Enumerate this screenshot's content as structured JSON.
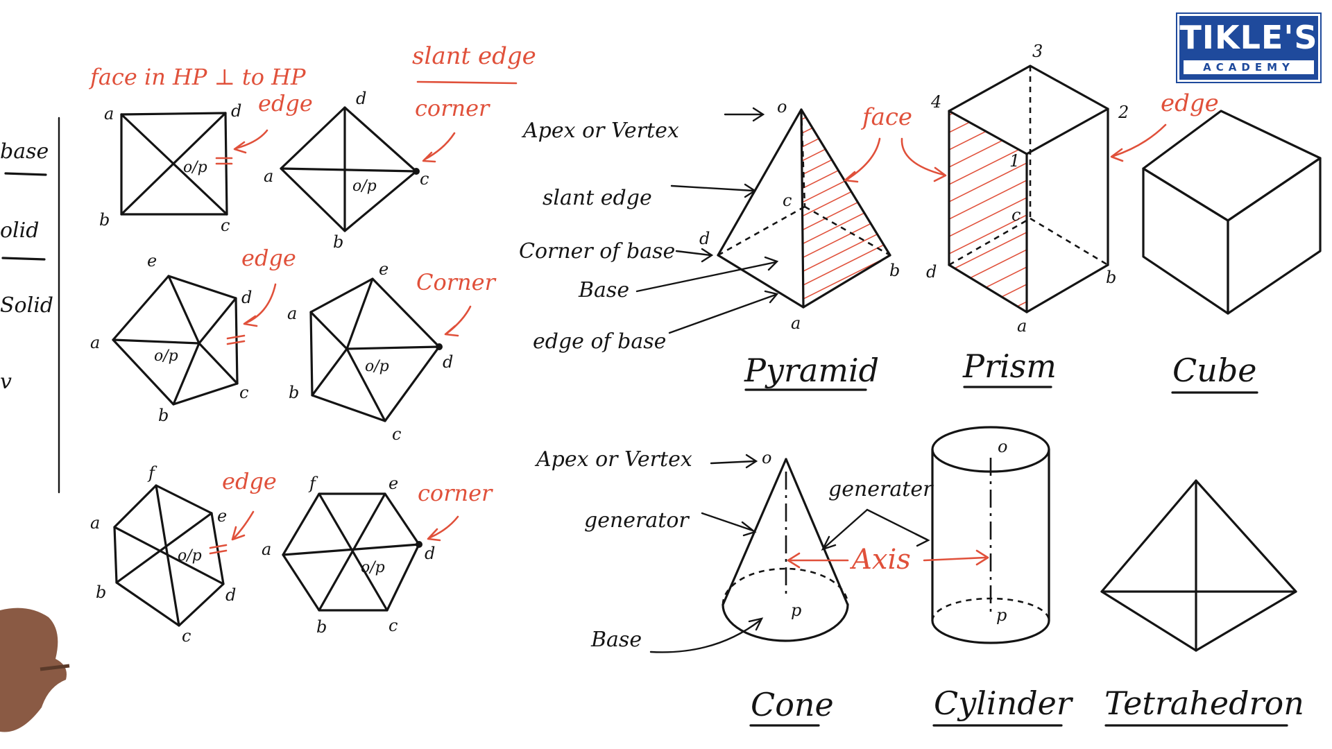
{
  "logo": {
    "name": "TIKLE'S",
    "sub": "ACADEMY",
    "color": "#1f4a9c"
  },
  "colors": {
    "ink": "#141414",
    "annotation": "#e0503a"
  },
  "left_margin": {
    "items": [
      "base",
      "olid",
      "Solid",
      "v"
    ]
  },
  "plan_views": {
    "heading": "face in HP ⊥ to HP",
    "heading2": "slant edge",
    "square_a": {
      "labels": [
        "a",
        "d",
        "b",
        "c"
      ],
      "center": "o/p",
      "annotation": "edge"
    },
    "square_b": {
      "labels": [
        "d",
        "a",
        "c",
        "b"
      ],
      "center": "o/p",
      "annotation": "corner"
    },
    "pent_a": {
      "labels": [
        "e",
        "d",
        "a",
        "b",
        "c"
      ],
      "center": "o/p",
      "annotation": "edge"
    },
    "pent_b": {
      "labels": [
        "e",
        "a",
        "d",
        "b",
        "c"
      ],
      "center": "o/p",
      "annotation": "Corner"
    },
    "hex_a": {
      "labels": [
        "f",
        "a",
        "e",
        "b",
        "d",
        "c"
      ],
      "center": "o/p",
      "annotation": "edge"
    },
    "hex_b": {
      "labels": [
        "f",
        "e",
        "a",
        "d",
        "b",
        "c"
      ],
      "center": "o/p",
      "annotation": "corner"
    }
  },
  "pyramid": {
    "title": "Pyramid",
    "apex_label": "Apex  or  Vertex",
    "slant_edge": "slant edge",
    "corner_of_base": "Corner of base",
    "base": "Base",
    "edge_of_base": "edge of base",
    "face": "face",
    "points": [
      "o",
      "c",
      "d",
      "b",
      "a"
    ]
  },
  "prism": {
    "title": "Prism",
    "edge": "edge",
    "points": [
      "3",
      "4",
      "2",
      "1",
      "c",
      "d",
      "b",
      "a"
    ]
  },
  "cube": {
    "title": "Cube"
  },
  "cone": {
    "title": "Cone",
    "apex_label": "Apex or Vertex",
    "generator": "generator",
    "base": "Base",
    "points": [
      "o",
      "p"
    ]
  },
  "cylinder": {
    "title": "Cylinder",
    "generator": "generater",
    "axis": "Axis",
    "points": [
      "o",
      "p"
    ]
  },
  "tetrahedron": {
    "title": "Tetrahedron"
  }
}
